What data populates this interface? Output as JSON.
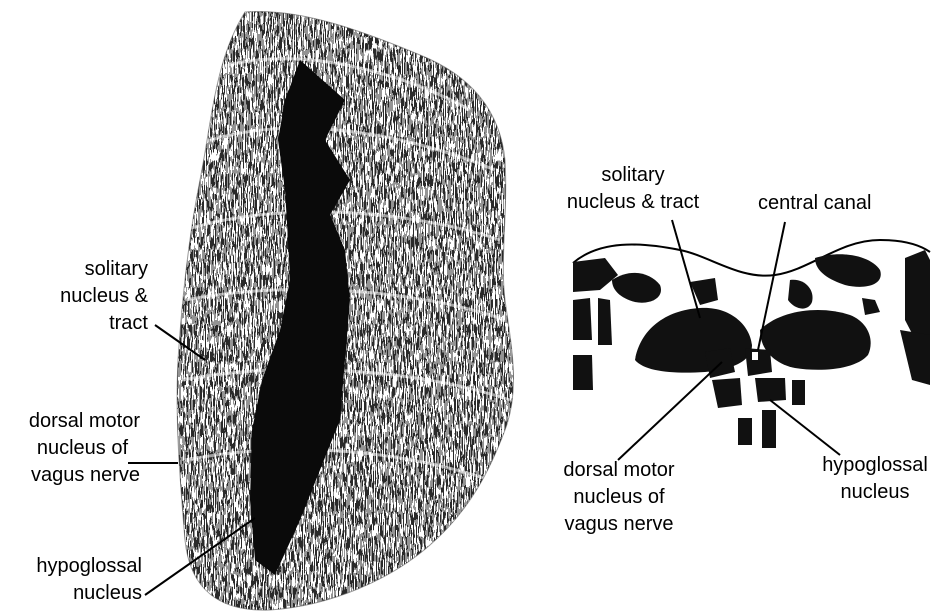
{
  "colors": {
    "ink": "#111111",
    "background": "#ffffff"
  },
  "left_panel": {
    "labels": {
      "solitary": [
        "solitary",
        "nucleus &",
        "tract"
      ],
      "dmnv": [
        "dorsal motor",
        "nucleus of",
        "vagus nerve"
      ],
      "hypoglossal": [
        "hypoglossal",
        "nucleus"
      ]
    }
  },
  "right_panel": {
    "labels": {
      "solitary": [
        "solitary",
        "nucleus & tract"
      ],
      "central_canal": "central canal",
      "dmnv": [
        "dorsal motor",
        "nucleus of",
        "vagus nerve"
      ],
      "hypoglossal": [
        "hypoglossal",
        "nucleus"
      ]
    }
  }
}
